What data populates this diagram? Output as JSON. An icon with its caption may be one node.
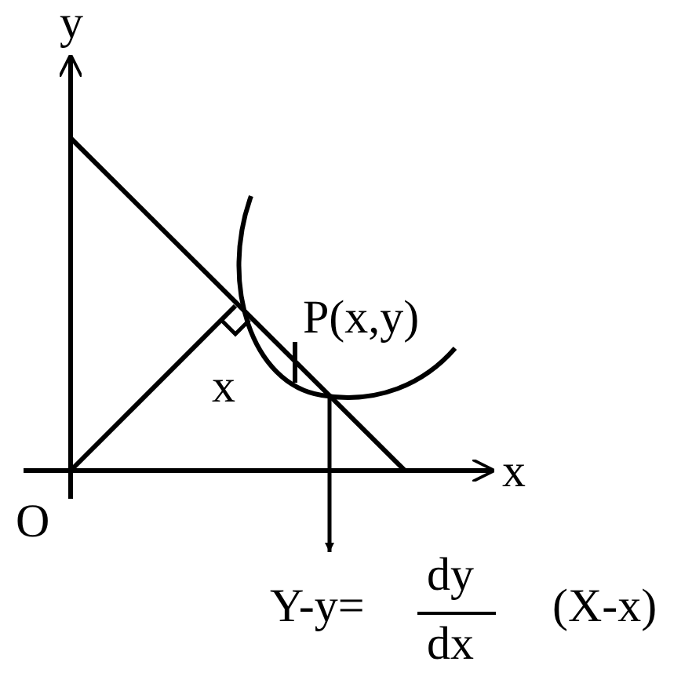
{
  "diagram": {
    "nodes": [
      {
        "text": [],
        "shape": "line"
      },
      {
        "text": [
          "Y-y=",
          "dy",
          "dx",
          "(X-x)"
        ]
      }
    ],
    "edges": [
      {
        "from": 0,
        "to": 1,
        "arrow": "to"
      }
    ],
    "labels": [
      "y",
      "x",
      "O",
      "P(x,y)",
      "x"
    ]
  }
}
